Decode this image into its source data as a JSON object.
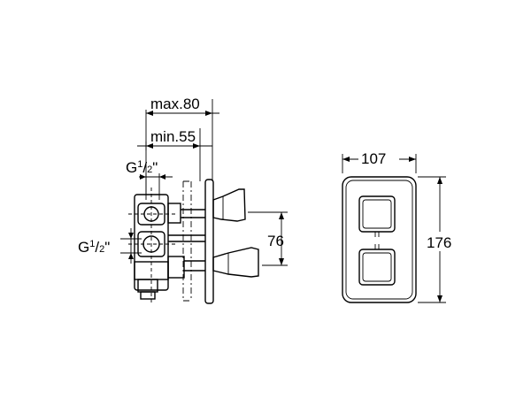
{
  "side_view": {
    "dim_max": "max.80",
    "dim_min": "min.55",
    "dim_height": "76",
    "thread_top": {
      "main": "G",
      "num": "1",
      "sep": "/",
      "den": "2",
      "quote": "\""
    },
    "thread_side": {
      "main": "G",
      "num": "1",
      "sep": "/",
      "den": "2",
      "quote": "\""
    }
  },
  "front_view": {
    "dim_width": "107",
    "dim_height": "176"
  }
}
